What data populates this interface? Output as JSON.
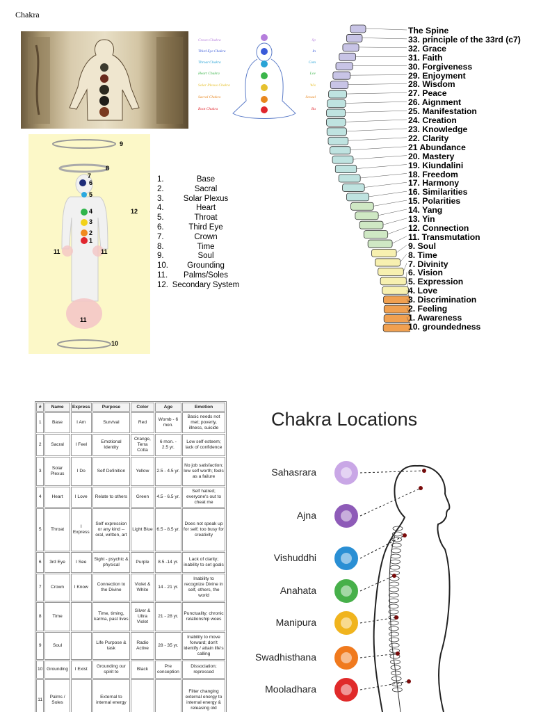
{
  "document": {
    "title": "Chakra"
  },
  "meditation_figure": {
    "labels": [
      {
        "name": "Crown Chakra",
        "short": "Sp",
        "color": "#b57edc"
      },
      {
        "name": "Third Eye Chakra",
        "short": "In",
        "color": "#3a5bd9"
      },
      {
        "name": "Throat Chakra",
        "short": "Com",
        "color": "#29a3d6"
      },
      {
        "name": "Heart Chakra",
        "short": "Lov",
        "color": "#3bb54a"
      },
      {
        "name": "Solar Plexus Chakra",
        "short": "Wis",
        "color": "#e6c12e"
      },
      {
        "name": "Sacral Chakra",
        "short": "Sexual",
        "color": "#e8871e"
      },
      {
        "name": "Root Chakra",
        "short": "Ba",
        "color": "#e0262e"
      }
    ]
  },
  "body_figure": {
    "labels": [
      "9",
      "8",
      "7",
      "6",
      "5",
      "4",
      "3",
      "2",
      "1",
      "12",
      "11",
      "11",
      "11",
      "10"
    ]
  },
  "chakra_list": [
    {
      "n": "1.",
      "name": "Base"
    },
    {
      "n": "2.",
      "name": "Sacral"
    },
    {
      "n": "3.",
      "name": "Solar Plexus"
    },
    {
      "n": "4.",
      "name": "Heart"
    },
    {
      "n": "5.",
      "name": "Throat"
    },
    {
      "n": "6.",
      "name": "Third Eye"
    },
    {
      "n": "7.",
      "name": "Crown"
    },
    {
      "n": "8.",
      "name": "Time"
    },
    {
      "n": "9.",
      "name": "Soul"
    },
    {
      "n": "10.",
      "name": "Grounding"
    },
    {
      "n": "11.",
      "name": "Palms/Soles"
    },
    {
      "n": "12.",
      "name": "Secondary System"
    }
  ],
  "spine_list": [
    "The Spine",
    "33. principle of the 33rd (c7)",
    "32. Grace",
    "31. Faith",
    "30. Forgiveness",
    "29. Enjoyment",
    "28. Wisdom",
    "27. Peace",
    "26. Aignment",
    "25. Manifestation",
    "24. Creation",
    "23. Knowledge",
    "22. Clarity",
    "21 Abundance",
    "20. Mastery",
    "19. Kiundalini",
    "18. Freedom",
    "17. Harmony",
    "16. Similarities",
    "15. Polarities",
    "14. Yang",
    "13. Yin",
    "12. Connection",
    "11. Transmutation",
    "9. Soul",
    "8. Time",
    "7. Divinity",
    "6. Vision",
    "5. Expression",
    "4. Love",
    "3. Discrimination",
    "2. Feeling",
    "1. Awareness",
    "10. groundedness"
  ],
  "table": {
    "headers": [
      "#",
      "Name",
      "Express",
      "Purpose",
      "Color",
      "Age",
      "Emotion"
    ],
    "rows": [
      [
        "1",
        "Base",
        "I Am",
        "Survival",
        "Red",
        "Womb - 6 mon.",
        "Basic needs not met; poverty, illness, suicide"
      ],
      [
        "2",
        "Sacral",
        "I Feel",
        "Emotional Identity",
        "Orange, Terra Cotta",
        "6 mon. - 2.5 yr.",
        "Low self esteem; lack of confidence"
      ],
      [
        "3",
        "Solar Plexus",
        "I Do",
        "Self Definition",
        "Yellow",
        "2.5 - 4.5 yr.",
        "No job satisfaction; low self worth; feels as a failure"
      ],
      [
        "4",
        "Heart",
        "I Love",
        "Relate to others",
        "Green",
        "4.5 - 6.5 yr.",
        "Self hatred; everyone's out to cheat me"
      ],
      [
        "5",
        "Throat",
        "I Express",
        "Self expression or any kind -- oral, written, art",
        "Light Blue",
        "6.5 - 8.5 yr.",
        "Does not speak up for self; too busy for creativity"
      ],
      [
        "6",
        "3rd Eye",
        "I See",
        "Sight - psychic & physical",
        "Purple",
        "8.5 -14 yr.",
        "Lack of clarity; inability to set goals"
      ],
      [
        "7",
        "Crown",
        "I Know",
        "Connection to the Divine",
        "Violet & White",
        "14 - 21 yr.",
        "Inability to recognize Divine in self, others, the world"
      ],
      [
        "8",
        "Time",
        "",
        "Time, timing, karma, past lives",
        "Silver & Ultra Violet",
        "21 - 28 yr.",
        "Punctuality; chronic relationship woes"
      ],
      [
        "9",
        "Soul",
        "",
        "Life Purpose & task",
        "Radio Active",
        "28 - 35 yr.",
        "Inability to move forward; don't identify / attain life's calling"
      ],
      [
        "10",
        "Grounding",
        "I Exist",
        "Grounding our spirit to",
        "Black",
        "Pre conception",
        "Dissociation; repressed"
      ],
      [
        "11",
        "Palms / Soles",
        "",
        "External to internal energy",
        "",
        "",
        "Filter changing external energy to internal energy & releasing old"
      ]
    ]
  },
  "locations": {
    "title": "Chakra Locations",
    "items": [
      "Sahasrara",
      "Ajna",
      "Vishuddhi",
      "Anahata",
      "Manipura",
      "Swadhisthana",
      "Mooladhara"
    ]
  }
}
